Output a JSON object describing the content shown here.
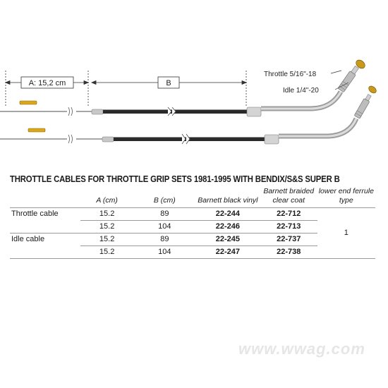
{
  "diagram": {
    "dim_a_label": "A: 15,2 cm",
    "dim_b_label": "B",
    "callout_throttle": "Throttle 5/16\"-18",
    "callout_idle": "Idle 1/4\"-20"
  },
  "title": "THROTTLE CABLES FOR THROTTLE GRIP SETS 1981-1995 WITH BENDIX/S&S SUPER B",
  "table": {
    "headers": [
      "",
      "A (cm)",
      "B (cm)",
      "Barnett black vinyl",
      "Barnett braided clear coat",
      "lower end ferrule type"
    ],
    "rows": [
      [
        "Throttle cable",
        "15.2",
        "89",
        "22-244",
        "22-712"
      ],
      [
        "",
        "15.2",
        "104",
        "22-246",
        "22-713"
      ],
      [
        "Idle cable",
        "15.2",
        "89",
        "22-245",
        "22-737"
      ],
      [
        "",
        "15.2",
        "104",
        "22-247",
        "22-738"
      ]
    ],
    "ferrule_type": "1"
  },
  "watermark": "www.wwag.com"
}
